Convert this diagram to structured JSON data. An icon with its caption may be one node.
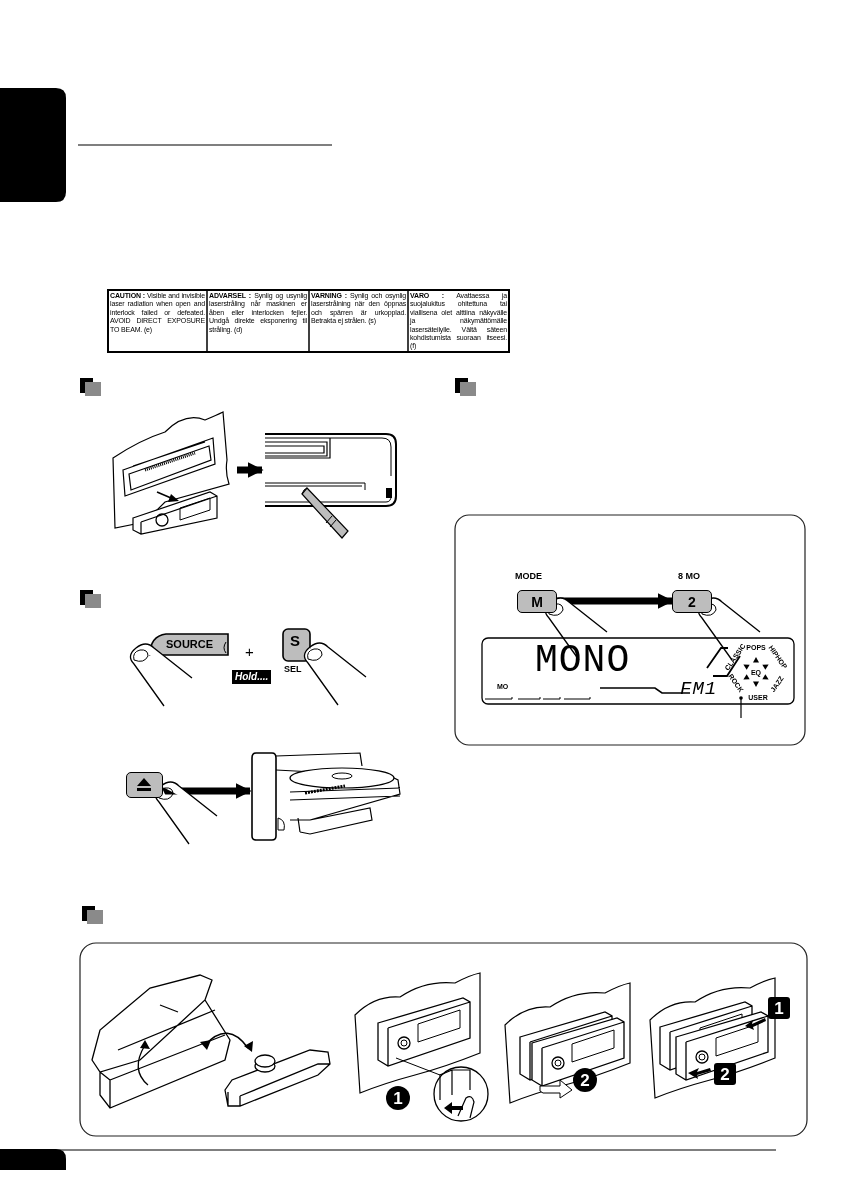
{
  "diagram": {
    "nodes": [
      {
        "text": [],
        "shape": "picture"
      },
      {
        "text": [],
        "shape": "picture"
      },
      {
        "text": [
          "M"
        ],
        "beside": [
          "MODE"
        ]
      },
      {
        "text": [
          "2"
        ],
        "beside": [
          "8 MO"
        ]
      },
      {
        "text": [],
        "shape": "box"
      },
      {
        "text": [],
        "shape": "picture"
      }
    ],
    "edges": [
      {
        "from": 0,
        "to": 1,
        "arrow": "to"
      },
      {
        "from": 2,
        "to": 3,
        "arrow": "to"
      },
      {
        "from": 4,
        "to": 5,
        "arrow": "to"
      }
    ],
    "labels": [
      "**CAUTION :** Visible and invisible laser radiation when open and interlock failed or defeated. AVOID DIRECT EXPOSURE TO BEAM. (e)",
      "**ADVARSEL :** Synlig og usynlig laserstråling når maskinen er åben eller interlocken fejler. Undgå direkte eksponering til stråling. (d)",
      "**VARNING :** Synlig och osynlig laserstrålning när den öppnas och spärren är urkopplad. Betrakta ej strålen. (s)",
      "**VARO :** Avattaessa ja suojalukitus ohitettuna tai viallisena olet alttiina näkyvälle ja näkymättömälle lasersäteilylle. Vältä säteen kohdistumista suoraan itseesi. (f)",
      "SOURCE",
      "+",
      "S",
      "SEL",
      "Hold....",
      "MONO",
      "POPS",
      "CLASSIC",
      "HIPHOP",
      "EQ",
      "ROCK",
      "JAZZ",
      "MO",
      "FM1",
      "USER",
      "1",
      "2",
      "1",
      "2"
    ]
  }
}
